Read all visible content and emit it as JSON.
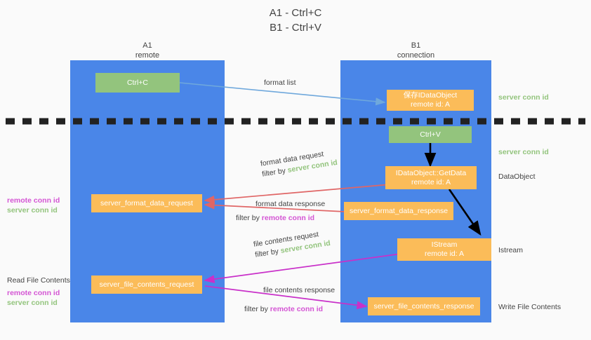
{
  "title": {
    "line1": "A1 - Ctrl+C",
    "line2": "B1 - Ctrl+V"
  },
  "colors": {
    "lane": "#4a86e8",
    "green_box": "#93c47d",
    "orange_box": "#fbbc59",
    "server_conn_id": "#93c47d",
    "remote_conn_id": "#d455d4",
    "format_list_arrow": "#6fa8dc",
    "format_data_arrow": "#e06666",
    "file_contents_arrow": "#c930c9",
    "flow_arrow": "#000000",
    "divider": "#222222",
    "background": "#fafafa",
    "text": "#434343"
  },
  "lanes": [
    {
      "id": "a1",
      "name": "A1",
      "sub": "remote"
    },
    {
      "id": "b1",
      "name": "B1",
      "sub": "connection"
    }
  ],
  "nodes": [
    {
      "id": "ctrl-c",
      "style": "green",
      "line1": "Ctrl+C",
      "line2": ""
    },
    {
      "id": "save-idataobject",
      "style": "orange",
      "line1": "保存IDataObject",
      "line2": "remote id: A"
    },
    {
      "id": "ctrl-v",
      "style": "green",
      "line1": "Ctrl+V",
      "line2": ""
    },
    {
      "id": "idataobject-getdata",
      "style": "orange",
      "line1": "IDataObject::GetData",
      "line2": "remote id: A"
    },
    {
      "id": "server-format-data-request",
      "style": "orange",
      "line1": "server_format_data_request",
      "line2": ""
    },
    {
      "id": "server-format-data-response",
      "style": "orange",
      "line1": "server_format_data_response",
      "line2": ""
    },
    {
      "id": "istream",
      "style": "orange",
      "line1": "IStream",
      "line2": "remote id: A"
    },
    {
      "id": "server-file-contents-request",
      "style": "orange",
      "line1": "server_file_contents_request",
      "line2": ""
    },
    {
      "id": "server-file-contents-response",
      "style": "orange",
      "line1": "server_file_contents_response",
      "line2": ""
    }
  ],
  "edges": {
    "format_list": {
      "label": "format list"
    },
    "format_data_request": {
      "label": "format data request",
      "filter_prefix": "filter by ",
      "filter_key": "server conn id"
    },
    "format_data_response": {
      "label": "format data response",
      "filter_prefix": "filter by ",
      "filter_key": "remote conn id"
    },
    "file_contents_request": {
      "label": "file contents request",
      "filter_prefix": "filter by ",
      "filter_key": "server conn id"
    },
    "file_contents_response": {
      "label": "file contents response",
      "filter_prefix": "filter by ",
      "filter_key": "remote conn id"
    }
  },
  "right_annotations": [
    {
      "id": "server-conn-id-top",
      "text": "server conn id",
      "style": "green"
    },
    {
      "id": "server-conn-id-second",
      "text": "server conn id",
      "style": "green"
    },
    {
      "id": "dataobject",
      "text": "DataObject",
      "style": "plain"
    },
    {
      "id": "istream",
      "text": "Istream",
      "style": "plain"
    },
    {
      "id": "write-file-contents",
      "text": "Write File Contents",
      "style": "plain"
    }
  ],
  "left_annotations": [
    {
      "id": "conn-ids-format",
      "heading": "",
      "remote": "remote conn id",
      "server": "server conn id"
    },
    {
      "id": "conn-ids-file",
      "heading": "Read File Contents",
      "remote": "remote conn id",
      "server": "server conn id"
    }
  ]
}
